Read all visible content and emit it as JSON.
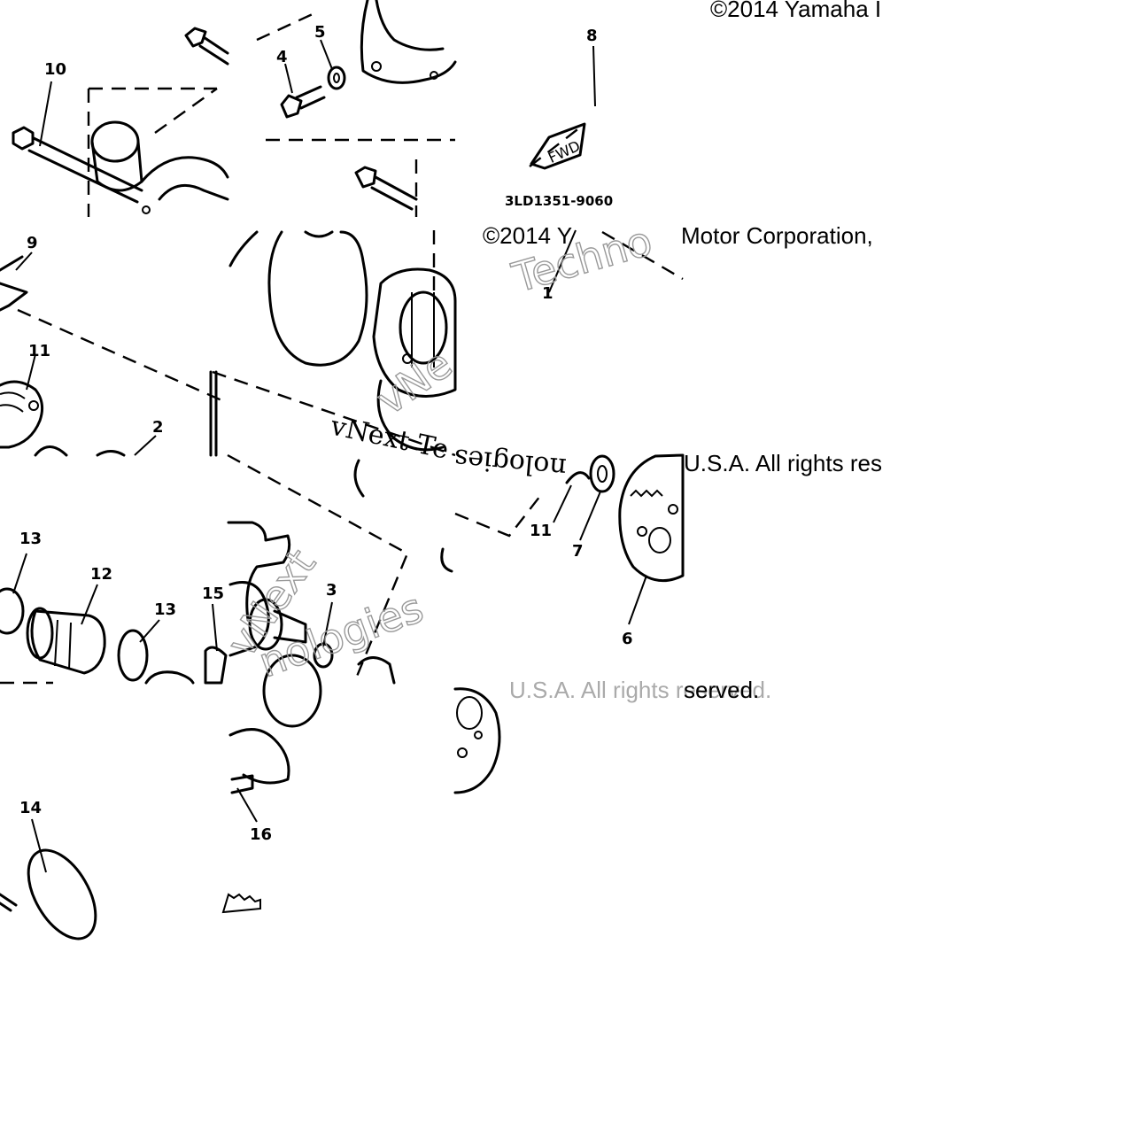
{
  "copyright_fragments": [
    "©2014 Yamaha I",
    "©2014 Y",
    "Motor Corporation,",
    "U.S.A. All rights res",
    "U.S.A. All rights reserved.",
    "served."
  ],
  "part_number_code": "3LD1351-9060",
  "fwd_marker": "FWD",
  "watermarks": [
    "Techno",
    "vNext Te",
    "vNe",
    "nologies",
    "vNext",
    "nologies"
  ],
  "callouts": {
    "p1": "1",
    "p2": "2",
    "p3": "3",
    "p4": "4",
    "p5": "5",
    "p6": "6",
    "p7": "7",
    "p8": "8",
    "p9": "9",
    "p10": "10",
    "p11a": "11",
    "p11b": "11",
    "p12": "12",
    "p13a": "13",
    "p13b": "13",
    "p14": "14",
    "p15": "15",
    "p16": "16"
  }
}
